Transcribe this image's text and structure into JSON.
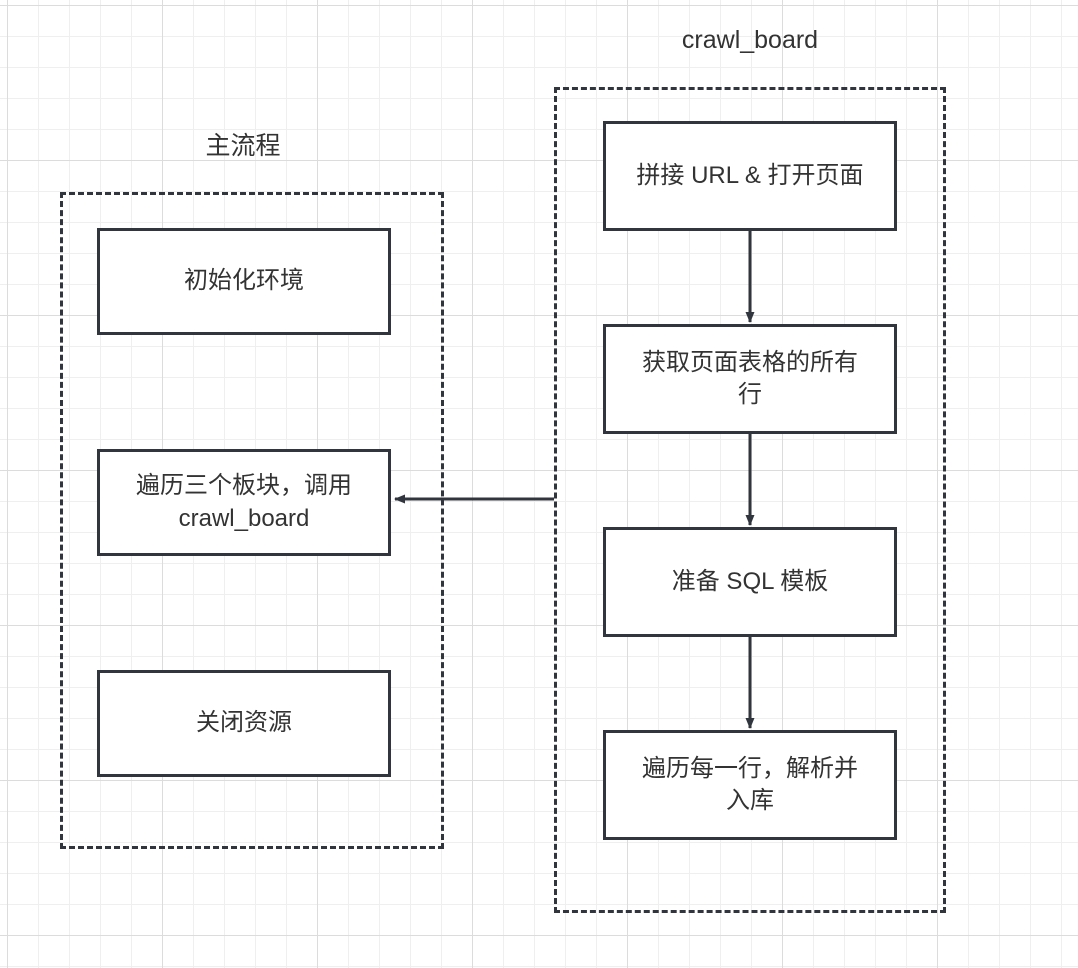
{
  "diagram": {
    "title_left": "主流程",
    "title_right": "crawl_board",
    "stroke_color": "#30353e",
    "text_color": "#333333",
    "background_color": "#ffffff",
    "grid_color": "#efefef"
  },
  "groups": [
    {
      "id": "main-flow",
      "label": "主流程",
      "style": "dashed"
    },
    {
      "id": "crawl-board",
      "label": "crawl_board",
      "style": "dashed"
    }
  ],
  "nodes": {
    "init_env": "初始化环境",
    "iterate_boards": "遍历三个板块，调用\ncrawl_board",
    "close_resources": "关闭资源",
    "build_url": "拼接 URL & 打开页面",
    "fetch_rows": "获取页面表格的所有\n行",
    "prepare_sql": "准备 SQL 模板",
    "parse_insert": "遍历每一行，解析并\n入库"
  },
  "edges": [
    {
      "id": "e1",
      "from": "build_url",
      "to": "fetch_rows",
      "label": ""
    },
    {
      "id": "e2",
      "from": "fetch_rows",
      "to": "prepare_sql",
      "label": ""
    },
    {
      "id": "e3",
      "from": "prepare_sql",
      "to": "parse_insert",
      "label": ""
    },
    {
      "id": "e4",
      "from": "crawl_board_group",
      "to": "iterate_boards",
      "label": ""
    }
  ]
}
